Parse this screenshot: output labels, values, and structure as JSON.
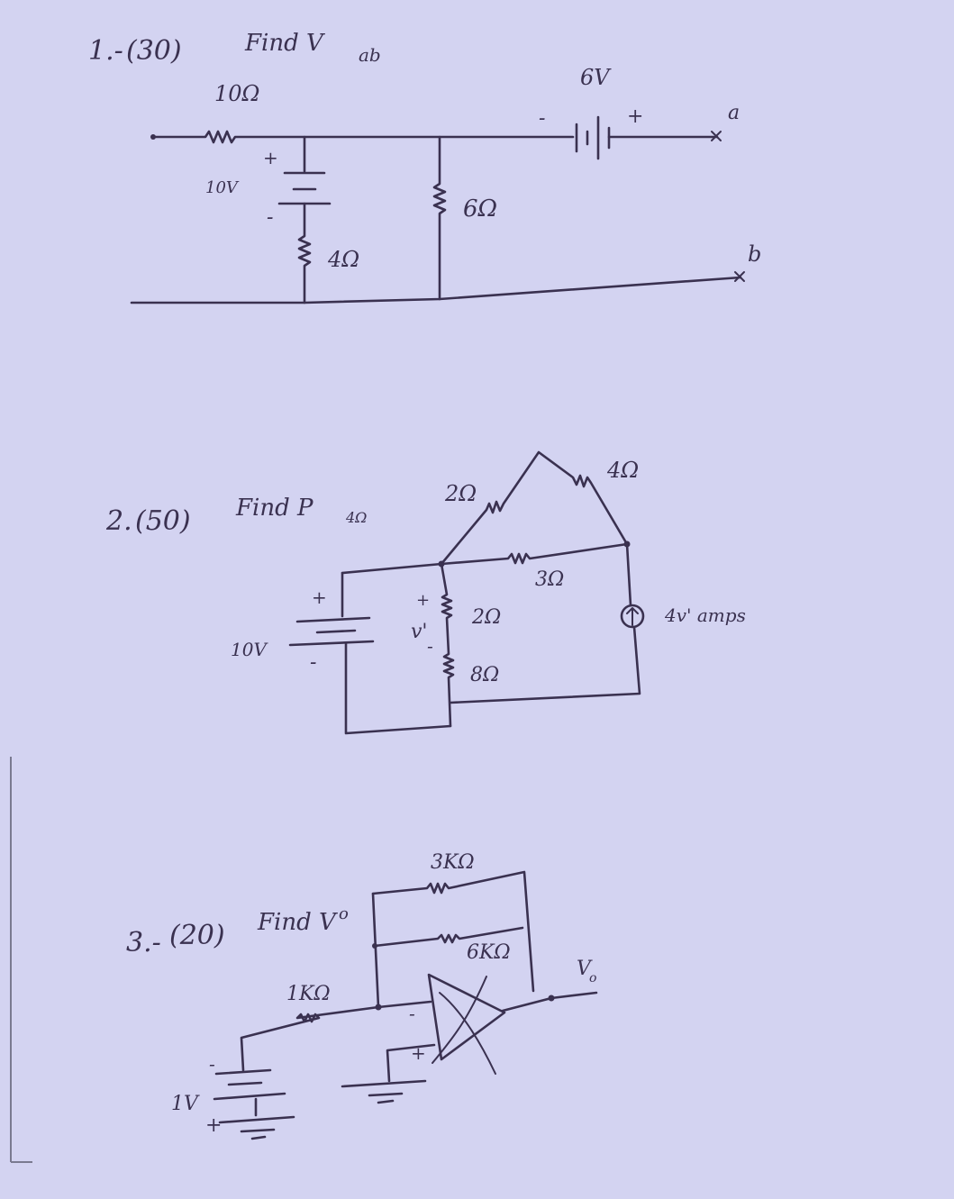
{
  "problems": [
    {
      "number": "1.-",
      "points": "(30)",
      "task": "Find V",
      "subscript": "ab"
    },
    {
      "number": "2.",
      "points": "(50)",
      "task": "Find P",
      "subscript": "4Ω"
    },
    {
      "number": "3.-",
      "points": "(20)",
      "task": "Find V",
      "subscript": "o"
    }
  ],
  "circuit1": {
    "r_series": "10Ω",
    "source_left": "10V",
    "r_left": "4Ω",
    "r_mid": "6Ω",
    "source_right": "6V",
    "terminal_a": "a",
    "terminal_b": "b"
  },
  "circuit2": {
    "source": "10V",
    "r_top_left": "2Ω",
    "r_top_right": "4Ω",
    "r_mid": "3Ω",
    "r_center": "2Ω",
    "r_bottom": "8Ω",
    "control_var": "v'",
    "dep_source": "4v' amps"
  },
  "circuit3": {
    "r_feedback_top": "3KΩ",
    "r_feedback_bottom": "6KΩ",
    "r_input": "1KΩ",
    "source": "1V",
    "output": "V",
    "output_sub": "o"
  },
  "signs": {
    "plus": "+",
    "minus": "-"
  }
}
